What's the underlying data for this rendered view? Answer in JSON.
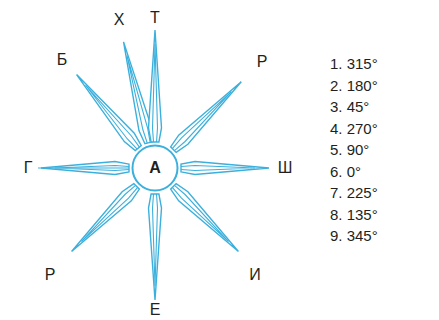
{
  "diagram": {
    "nodes": [
      {
        "text": [
          "А"
        ]
      }
    ],
    "labels": [
      "Х",
      "Т",
      "Б",
      "Р",
      "Г",
      "Ш",
      "Р",
      "И",
      "Е",
      "1. 315°",
      "2. 180°",
      "3. 45°",
      "4. 270°",
      "5. 90°",
      "6. 0°",
      "7. 225°",
      "8. 135°",
      "9. 345°"
    ]
  }
}
